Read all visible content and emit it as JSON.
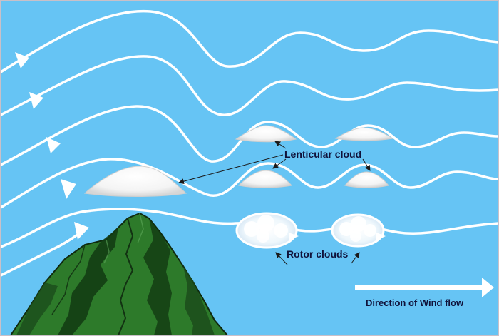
{
  "diagram": {
    "labels": {
      "lenticular_cloud": "Lenticular cloud",
      "rotor_clouds": "Rotor clouds",
      "direction_of_wind_flow": "Direction of Wind flow"
    },
    "colors": {
      "sky": "#66c4f4",
      "streamline": "#ffffff",
      "mountain": "#2d7a2a",
      "mountain_dark": "#123a12",
      "cloud": "#ffffff",
      "cloud_shadow": "#b9b9b9",
      "label_text": "#10123a",
      "pointer_line": "#1a1a1a"
    },
    "icons": [
      "arrowhead-icon",
      "mountain-icon"
    ]
  }
}
